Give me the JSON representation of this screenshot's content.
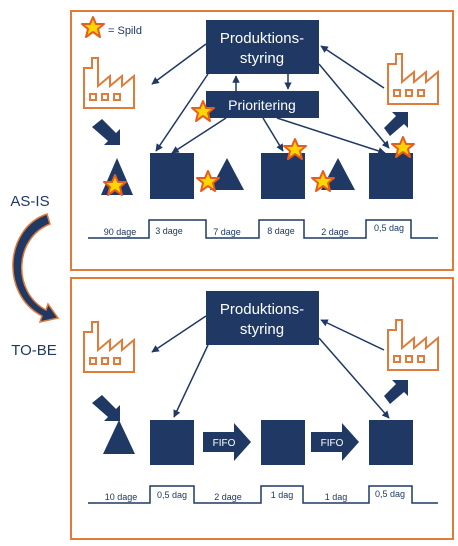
{
  "legend": {
    "label": "= Spild"
  },
  "state_labels": {
    "as_is": "AS-IS",
    "to_be": "TO-BE"
  },
  "as_is": {
    "control_box": [
      "Produktions-",
      "styring"
    ],
    "priority_box": "Prioritering",
    "timeline": [
      "90 dage",
      "3 dage",
      "7 dage",
      "8 dage",
      "2 dage",
      "0,5 dag"
    ]
  },
  "to_be": {
    "control_box": [
      "Produktions-",
      "styring"
    ],
    "fifo_labels": [
      "FIFO",
      "FIFO"
    ],
    "timeline": [
      "10 dage",
      "0,5 dag",
      "2 dage",
      "1 dag",
      "1 dag",
      "0,5 dag"
    ]
  },
  "colors": {
    "navy": "#1f3864",
    "orange": "#e07b3a",
    "star_fill": "#ffd700",
    "star_stroke": "#e85c1c"
  },
  "icons": [
    "factory-icon",
    "spild-star-icon",
    "inventory-triangle-icon",
    "fifo-arrow-icon"
  ]
}
